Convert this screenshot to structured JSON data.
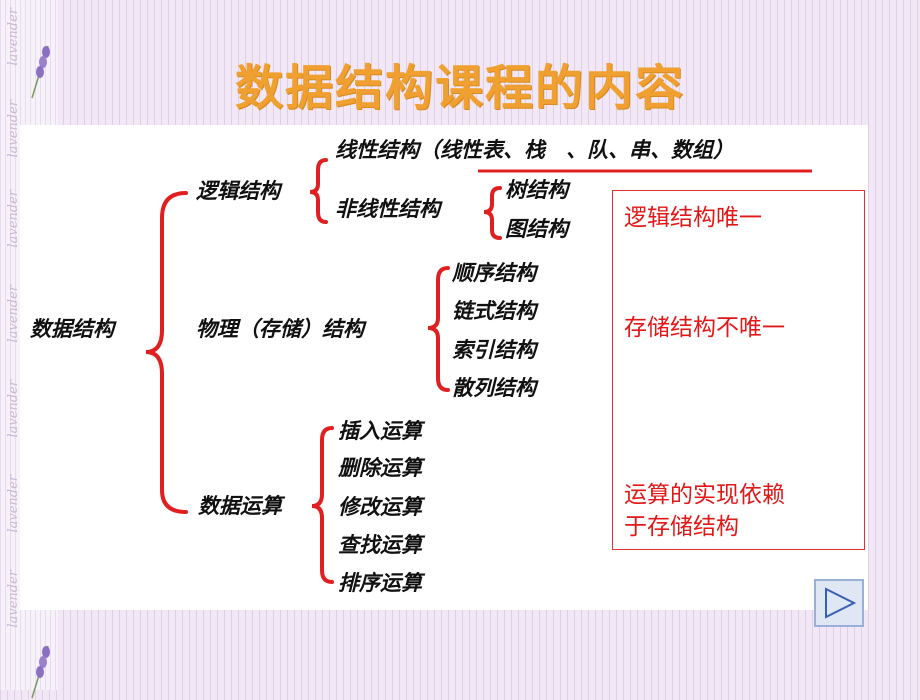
{
  "slide": {
    "title": "数据结构课程的内容",
    "decor_word": "lavender",
    "root": "数据结构",
    "logical": {
      "label": "逻辑结构",
      "linear": "线性结构（线性表、栈　、队、串、数组）",
      "nonlinear": "非线性结构",
      "nonlinear_items": [
        "树结构",
        "图结构"
      ]
    },
    "physical": {
      "label": "物理（存储）结构",
      "items": [
        "顺序结构",
        "链式结构",
        "索引结构",
        "散列结构"
      ]
    },
    "operations": {
      "label": "数据运算",
      "items": [
        "插入运算",
        "删除运算",
        "修改运算",
        "查找运算",
        "排序运算"
      ]
    },
    "notes": {
      "line1": "逻辑结构唯一",
      "line2": "存储结构不唯一",
      "line3a": "运算的实现依赖",
      "line3b": "于存储结构"
    },
    "colors": {
      "title": "#f0a030",
      "note": "#e01818",
      "underline": "#e02020",
      "brace": "#e02020"
    }
  }
}
